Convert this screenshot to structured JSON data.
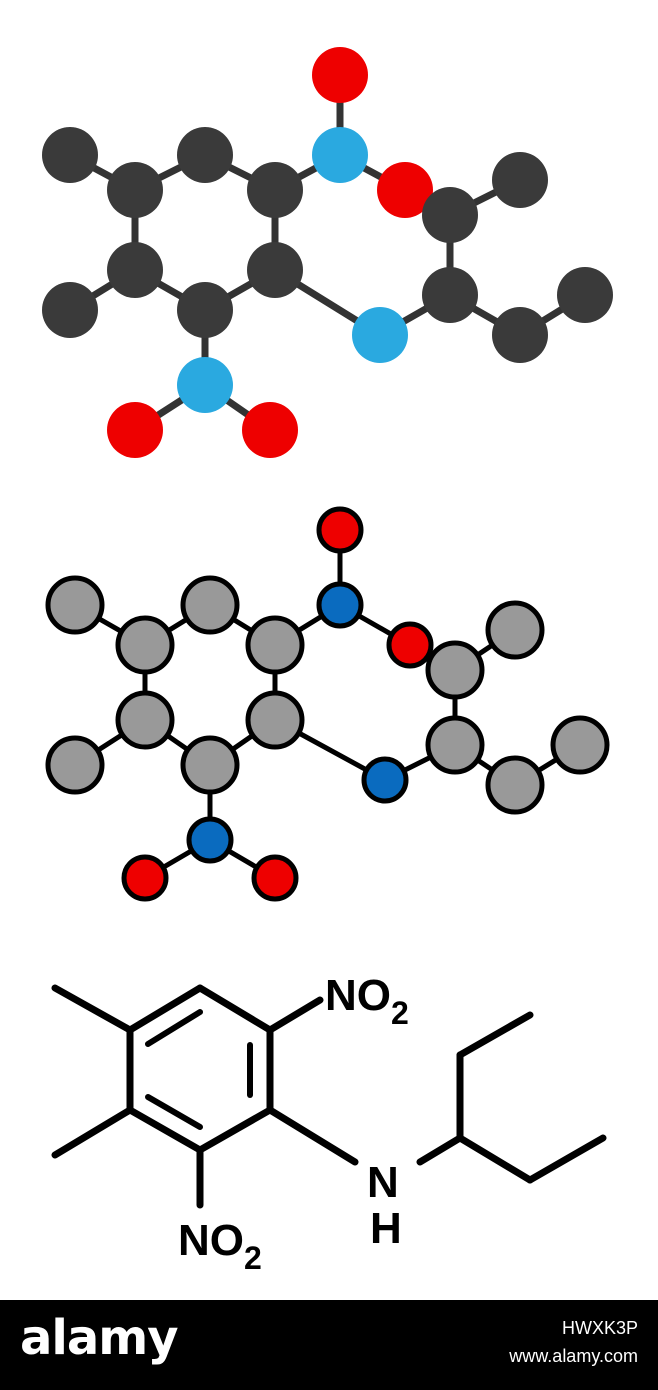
{
  "colors": {
    "ball_carbon": "#3a3a3a",
    "ball_oxygen": "#ee0000",
    "ball_nitrogen": "#2aa9e0",
    "flat_carbon": "#999999",
    "flat_oxygen": "#ee0000",
    "flat_nitrogen": "#0a6bbf",
    "bond": "#333333",
    "footer_bg": "#000000",
    "footer_text": "#ffffff"
  },
  "structure": {
    "nitro_top": "NO",
    "nitro_top_sub": "2",
    "nitro_bottom": "NO",
    "nitro_bottom_sub": "2",
    "amine_n": "N",
    "amine_h": "H"
  },
  "footer": {
    "brand": "alamy",
    "image_id": "HWXK3P",
    "site": "www.alamy.com"
  }
}
